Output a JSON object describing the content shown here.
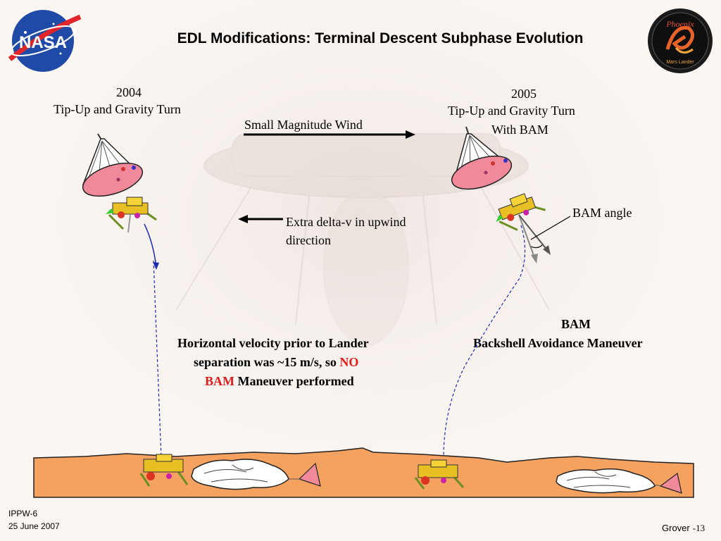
{
  "title": "EDL Modifications: Terminal Descent Subphase Evolution",
  "logos": {
    "nasa": "NASA",
    "phoenix_name": "Phoenix",
    "phoenix_sub": "Mars Lander"
  },
  "left_scenario": {
    "year": "2004",
    "label": "Tip-Up and Gravity Turn"
  },
  "right_scenario": {
    "year": "2005",
    "label_line1": "Tip-Up and Gravity Turn",
    "label_line2": "With BAM"
  },
  "wind_label": "Small Magnitude Wind",
  "delta_v_label_line1": "Extra delta-v in upwind",
  "delta_v_label_line2": "direction",
  "bam_angle_label": "BAM angle",
  "bam_heading": "BAM",
  "bam_expansion": "Backshell Avoidance Maneuver",
  "note": {
    "line1": "Horizontal velocity prior to Lander",
    "line2_pre": "separation was ~15 m/s, so ",
    "line2_red": "NO",
    "line3_red": "BAM",
    "line3_post": " Maneuver performed"
  },
  "footer": {
    "conference": "IPPW-6",
    "date": "25 June 2007",
    "author": "Grover",
    "page": "-13"
  },
  "colors": {
    "ground": "#f5a160",
    "heatshield": "#f08a9a",
    "trajectory": "#1a2db0",
    "emphasis": "#e31a1a"
  }
}
